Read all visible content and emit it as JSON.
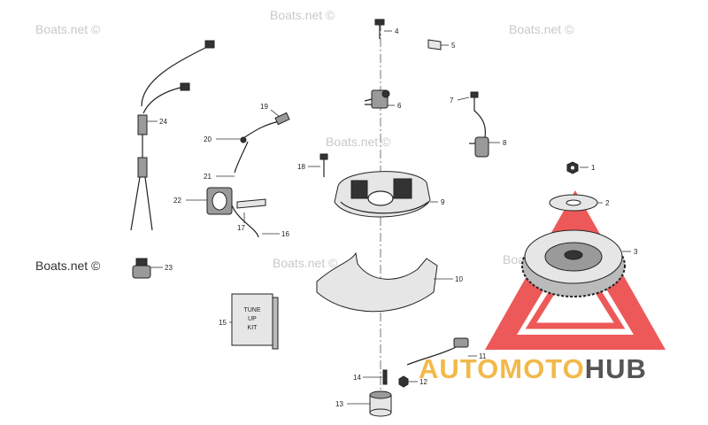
{
  "watermarks": [
    "Boats.net ©",
    "Boats.net ©",
    "Boats.net ©",
    "Boats.net ©",
    "Boats.net ©",
    "Boats.net ©",
    "Boats.net ©"
  ],
  "brand": {
    "part1": "AUTO",
    "part2": "MOTO",
    "part3": "HUB",
    "color1": "#f2b94a",
    "color2": "#f2b94a",
    "color3": "#555555",
    "triangle_color": "#e83030"
  },
  "tune_up_kit": {
    "line1": "TUNE",
    "line2": "UP",
    "line3": "KIT"
  },
  "callouts": [
    "1",
    "2",
    "3",
    "4",
    "5",
    "6",
    "7",
    "8",
    "9",
    "10",
    "11",
    "12",
    "13",
    "14",
    "15",
    "16",
    "17",
    "18",
    "19",
    "20",
    "21",
    "22",
    "23",
    "24"
  ]
}
